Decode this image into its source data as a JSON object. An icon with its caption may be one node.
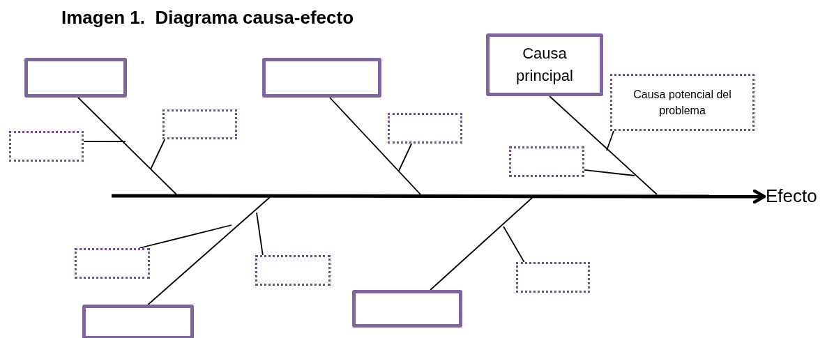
{
  "diagram": {
    "title": "Imagen 1.  Diagrama causa-efecto",
    "nodes": [
      {
        "text": [],
        "shape": "box"
      },
      {
        "text": [],
        "shape": "box"
      },
      {
        "text": [
          "Causa principal"
        ]
      },
      {
        "text": [],
        "shape": "box"
      },
      {
        "text": [],
        "shape": "box"
      },
      {
        "text": [],
        "shape": "box"
      },
      {
        "text": [
          "Causa potencial del problema"
        ]
      },
      {
        "text": [],
        "shape": "box"
      },
      {
        "text": [
          "Efecto"
        ]
      },
      {
        "text": [],
        "shape": "box"
      },
      {
        "text": [],
        "shape": "box"
      },
      {
        "text": [],
        "shape": "box"
      },
      {
        "text": [],
        "shape": "box"
      },
      {
        "text": [],
        "shape": "box"
      }
    ],
    "edges": [
      {
        "from": null,
        "to": 8,
        "arrow": "to",
        "style": "thick"
      },
      {
        "from": 0,
        "to": null,
        "arrow": "none"
      },
      {
        "from": 1,
        "to": null,
        "arrow": "none"
      },
      {
        "from": 2,
        "to": null,
        "arrow": "none"
      },
      {
        "from": 3,
        "to": null,
        "arrow": "none"
      },
      {
        "from": 4,
        "to": null,
        "arrow": "none"
      },
      {
        "from": 5,
        "to": null,
        "arrow": "none"
      },
      {
        "from": 6,
        "to": null,
        "arrow": "none"
      },
      {
        "from": 7,
        "to": null,
        "arrow": "none"
      },
      {
        "from": 9,
        "to": null,
        "arrow": "none"
      },
      {
        "from": 10,
        "to": null,
        "arrow": "none"
      },
      {
        "from": 11,
        "to": null,
        "arrow": "none"
      },
      {
        "from": 12,
        "to": null,
        "arrow": "none"
      },
      {
        "from": 13,
        "to": null,
        "arrow": "none"
      }
    ]
  }
}
